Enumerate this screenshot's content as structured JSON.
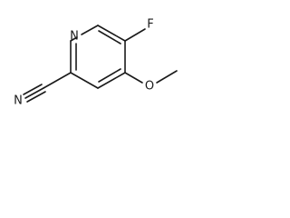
{
  "molecule": {
    "atoms": {
      "ring_nitrogen": "N",
      "fluorine": "F",
      "ether_oxygen": "O",
      "nitrile_nitrogen": "N"
    }
  }
}
